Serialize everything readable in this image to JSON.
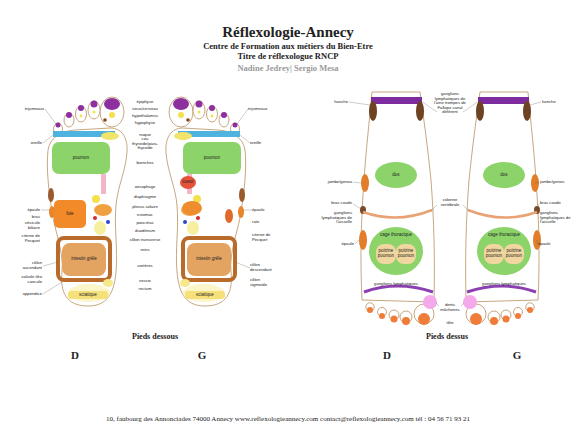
{
  "diagram": {
    "title": "Réflexologie-Annecy",
    "caption": "10, faubourg des Annonciades 74000 Annecy www.reflexologieannecy.com contact@reflexologieannecy.com tél : 04 56 71 93 21",
    "nodes": [
      {
        "text": [
          "poumon"
        ]
      },
      {
        "text": [
          "foie"
        ]
      },
      {
        "text": [
          "intestin grêle"
        ]
      },
      {
        "text": [
          "sciatique"
        ]
      },
      {
        "text": [
          "poumon"
        ]
      },
      {
        "text": [
          "coeur"
        ]
      },
      {
        "text": [
          "intestin grêle"
        ]
      },
      {
        "text": [
          "sciatique"
        ]
      },
      {
        "text": [
          "dos"
        ]
      },
      {
        "text": [
          "cage thoracique"
        ]
      },
      {
        "text": [
          "poitrine poumon"
        ],
        "in": 9
      },
      {
        "text": [
          "poitrine poumon"
        ],
        "in": 9
      },
      {
        "text": [
          "dos"
        ]
      },
      {
        "text": [
          "cage thoracique"
        ]
      },
      {
        "text": [
          "poitrine poumon"
        ],
        "in": 13
      },
      {
        "text": [
          "poitrine poumon"
        ],
        "in": 13
      }
    ],
    "labels": [
      "Centre de Formation aux métiers du Bien-Etre",
      "Titre de réflexologue RNCP",
      "Nadine Jedrey| Sergio Mesa",
      "Pieds dessous",
      "D",
      "G",
      "Pieds dessus",
      "D",
      "G",
      "épiphyse",
      "sinus/cerveau",
      "hypothalamus",
      "hypophyse",
      "nuque",
      "cou thyroïde/para-thyroïde",
      "bronches",
      "oesophage",
      "diaphragme",
      "plexus solaire",
      "estomac",
      "pancréas",
      "duodénum",
      "côlon transverse",
      "reins",
      "uretères",
      "vessie",
      "rectum",
      "trijumeaux",
      "oreille",
      "épaule",
      "bras",
      "vésicule biliaire",
      "citerne de Pecquet",
      "côlon ascendant",
      "valvule iléo caecale",
      "appendice",
      "trijumeaux",
      "oreille",
      "épaule",
      "rate",
      "citerne de Pecquet",
      "côlon descendant",
      "côlon sigmoïde",
      "hanche",
      "jambe/genou",
      "bras coude",
      "ganglions lymphatiques de l'aisselle",
      "épaule",
      "ganglions lymphatiques de l'aine trompes de Fallope canal déférent",
      "colonne vertébrale",
      "dents mâchoires",
      "tête",
      "hanche",
      "jambe/genou",
      "bras coude",
      "ganglions lymphatiques de l'aisselle",
      "épaule",
      "ganglions lymphatiques",
      "ganglions lymphatiques"
    ]
  }
}
